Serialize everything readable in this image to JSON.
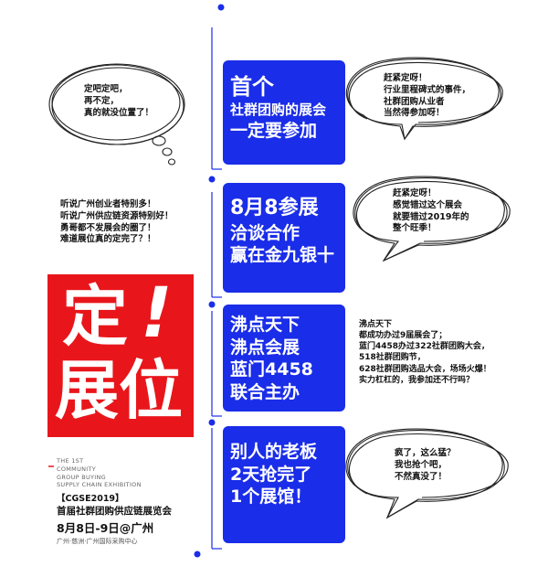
{
  "cards": [
    {
      "lines": [
        "首个",
        "社群团购的展会",
        "一定要参加"
      ]
    },
    {
      "lines": [
        "8月8参展",
        "洽谈合作",
        "赢在金九银十"
      ]
    },
    {
      "lines": [
        "沸点天下",
        "沸点会展",
        "蓝门4458",
        "联合主办"
      ]
    },
    {
      "lines": [
        "别人的老板",
        "2天抢完了",
        "1个展馆！"
      ]
    }
  ],
  "bubbles": {
    "top_left": [
      "定吧定吧，",
      "再不定，",
      "真的就没位置了！"
    ],
    "top_right": [
      "赶紧定呀！",
      "行业里程碑式的事件，",
      "社群团购从业者",
      "当然得参加呀！"
    ],
    "mid_right": [
      "赶紧定呀！",
      "感觉错过这个展会",
      "就要错过2019年的",
      "整个旺季！"
    ],
    "bottom_right": [
      "疯了，这么猛？",
      "我也抢个吧，",
      "不然真没了！"
    ]
  },
  "free_text": {
    "left": [
      "听说广州创业者特别多！",
      "听说广州供应链资源特别好！",
      "勇哥都不发展会的圈了！",
      "难道展位真的定完了？！"
    ],
    "right": [
      "沸点天下",
      "都成功办过9届展会了；",
      "蓝门4458办过322社群团购大会，",
      "518社群团购节，",
      "628社群团购选品大会，场场火爆！",
      "实力杠杠的，我参加还不行吗？"
    ]
  },
  "headline": {
    "line1": "定",
    "mark": "!",
    "line2": "展位"
  },
  "info": {
    "en": [
      "THE 1ST",
      "COMMUNITY",
      "GROUP BUYING",
      "SUPPLY CHAIN EXHIBITION"
    ],
    "code": "【CGSE2019】",
    "name": "首届社群团购供应链展览会",
    "date": "8月8日-9日@广州",
    "venue": "广州·慈洲·广州国际采购中心"
  },
  "colors": {
    "blue": "#1a2de8",
    "red": "#e8161b"
  }
}
